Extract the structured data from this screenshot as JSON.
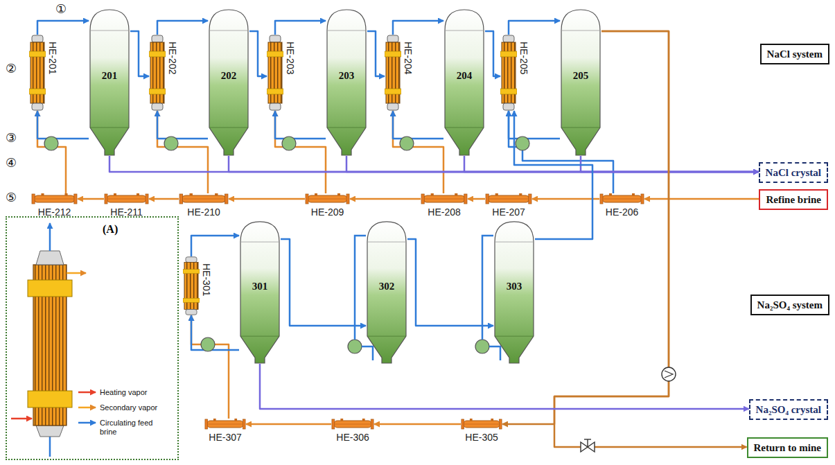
{
  "diagram": {
    "nodes": [
      {
        "text": [
          "201"
        ]
      },
      {
        "text": [
          "202"
        ]
      },
      {
        "text": [
          "203"
        ]
      },
      {
        "text": [
          "204"
        ]
      },
      {
        "text": [
          "205"
        ]
      },
      {
        "text": [
          "HE-201"
        ]
      },
      {
        "text": [
          "HE-202"
        ]
      },
      {
        "text": [
          "HE-203"
        ]
      },
      {
        "text": [
          "HE-204"
        ]
      },
      {
        "text": [
          "HE-205"
        ]
      },
      {
        "text": [
          "HE-212"
        ]
      },
      {
        "text": [
          "HE-211"
        ]
      },
      {
        "text": [
          "HE-210"
        ]
      },
      {
        "text": [
          "HE-209"
        ]
      },
      {
        "text": [
          "HE-208"
        ]
      },
      {
        "text": [
          "HE-207"
        ]
      },
      {
        "text": [
          "HE-206"
        ]
      },
      {
        "text": [
          "301"
        ]
      },
      {
        "text": [
          "302"
        ]
      },
      {
        "text": [
          "303"
        ]
      },
      {
        "text": [
          "HE-301"
        ]
      },
      {
        "text": [
          "HE-307"
        ]
      },
      {
        "text": [
          "HE-306"
        ]
      },
      {
        "text": [
          "HE-305"
        ]
      },
      {
        "text": [
          "NaCl system"
        ]
      },
      {
        "text": [
          "NaCl crystal"
        ]
      },
      {
        "text": [
          "Refine brine"
        ]
      },
      {
        "text": [
          "Na₂SO₄ system"
        ]
      },
      {
        "text": [
          "Na₂SO₄ crystal"
        ]
      },
      {
        "text": [
          "Return to mine"
        ]
      },
      {
        "text": [
          "(A)"
        ]
      }
    ],
    "edges": [
      {
        "from": 26,
        "to": 16,
        "arrow": "to"
      },
      {
        "from": 16,
        "to": 15,
        "arrow": "to"
      },
      {
        "from": 15,
        "to": 14,
        "arrow": "to"
      },
      {
        "from": 14,
        "to": 13,
        "arrow": "to"
      },
      {
        "from": 13,
        "to": 12,
        "arrow": "to"
      },
      {
        "from": 12,
        "to": 11,
        "arrow": "to"
      },
      {
        "from": 11,
        "to": 10,
        "arrow": "to"
      },
      {
        "from": 10,
        "to": 5,
        "arrow": "to"
      },
      {
        "from": 12,
        "to": 6,
        "arrow": "to"
      },
      {
        "from": 13,
        "to": 7,
        "arrow": "to"
      },
      {
        "from": 14,
        "to": 8,
        "arrow": "to"
      },
      {
        "from": 16,
        "to": 9,
        "arrow": "to"
      },
      {
        "from": 0,
        "to": 5,
        "arrow": "to"
      },
      {
        "from": 1,
        "to": 6,
        "arrow": "to"
      },
      {
        "from": 2,
        "to": 7,
        "arrow": "to"
      },
      {
        "from": 3,
        "to": 8,
        "arrow": "to"
      },
      {
        "from": 4,
        "to": 9,
        "arrow": "to"
      },
      {
        "from": 5,
        "to": 0,
        "arrow": "to"
      },
      {
        "from": 6,
        "to": 1,
        "arrow": "to"
      },
      {
        "from": 7,
        "to": 2,
        "arrow": "to"
      },
      {
        "from": 8,
        "to": 3,
        "arrow": "to"
      },
      {
        "from": 9,
        "to": 4,
        "arrow": "to"
      },
      {
        "from": 0,
        "to": 6,
        "arrow": "to"
      },
      {
        "from": 1,
        "to": 7,
        "arrow": "to"
      },
      {
        "from": 2,
        "to": 8,
        "arrow": "to"
      },
      {
        "from": 3,
        "to": 9,
        "arrow": "to"
      },
      {
        "from": 0,
        "to": 25,
        "arrow": "to"
      },
      {
        "from": 1,
        "to": 25,
        "arrow": "to"
      },
      {
        "from": 2,
        "to": 25,
        "arrow": "to"
      },
      {
        "from": 3,
        "to": 25,
        "arrow": "to"
      },
      {
        "from": 4,
        "to": 25,
        "arrow": "to"
      },
      {
        "from": 4,
        "to": 23,
        "arrow": "to"
      },
      {
        "from": 4,
        "to": 29,
        "arrow": "to"
      },
      {
        "from": 23,
        "to": 22,
        "arrow": "to"
      },
      {
        "from": 22,
        "to": 21,
        "arrow": "to"
      },
      {
        "from": 21,
        "to": 20,
        "arrow": "to"
      },
      {
        "from": 17,
        "to": 20,
        "arrow": "to"
      },
      {
        "from": 20,
        "to": 17,
        "arrow": "to"
      },
      {
        "from": 17,
        "to": 18,
        "arrow": "to"
      },
      {
        "from": 18,
        "to": 19,
        "arrow": "to"
      },
      {
        "from": 19,
        "to": 9,
        "arrow": "to"
      },
      {
        "from": 17,
        "to": 28,
        "arrow": "to"
      }
    ],
    "labels": [
      "①",
      "②",
      "③",
      "④",
      "⑤"
    ],
    "legend": [
      {
        "text": "Heating vapor"
      },
      {
        "text": "Secondary vapor"
      },
      {
        "text": "Circulating feed brine"
      }
    ]
  }
}
